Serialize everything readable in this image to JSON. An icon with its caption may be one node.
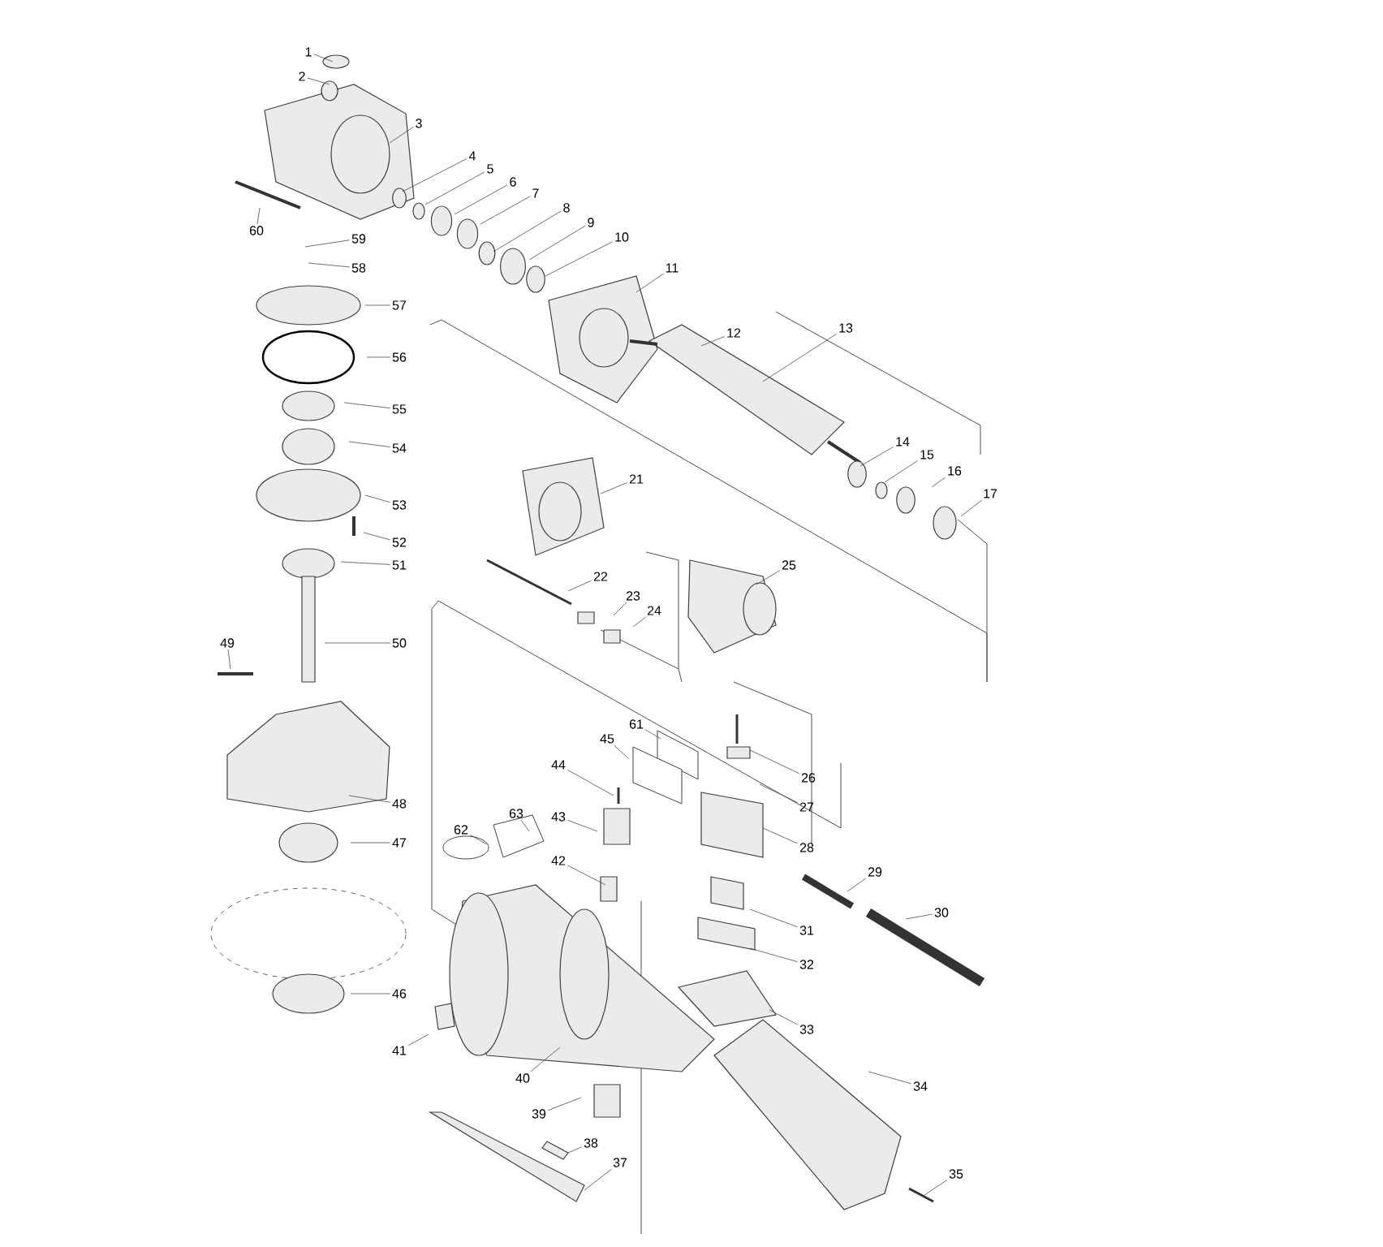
{
  "diagram": {
    "nodes": [
      {
        "text": [
          "1"
        ]
      },
      {
        "text": [
          "2"
        ]
      },
      {
        "text": [
          "3"
        ]
      },
      {
        "text": [
          "4"
        ]
      },
      {
        "text": [
          "5"
        ]
      },
      {
        "text": [
          "6"
        ]
      },
      {
        "text": [
          "7"
        ]
      },
      {
        "text": [
          "8"
        ]
      },
      {
        "text": [
          "9"
        ]
      },
      {
        "text": [
          "10"
        ]
      },
      {
        "text": [
          "11"
        ]
      },
      {
        "text": [
          "12"
        ]
      },
      {
        "text": [
          "13"
        ]
      },
      {
        "text": [
          "14"
        ]
      },
      {
        "text": [
          "15"
        ]
      },
      {
        "text": [
          "16"
        ]
      },
      {
        "text": [
          "17"
        ]
      },
      {
        "text": [
          "21"
        ]
      },
      {
        "text": [
          "22"
        ]
      },
      {
        "text": [
          "23"
        ]
      },
      {
        "text": [
          "24"
        ]
      },
      {
        "text": [
          "25"
        ]
      },
      {
        "text": [
          "26"
        ]
      },
      {
        "text": [
          "27"
        ]
      },
      {
        "text": [
          "28"
        ]
      },
      {
        "text": [
          "29"
        ]
      },
      {
        "text": [
          "30"
        ]
      },
      {
        "text": [
          "31"
        ]
      },
      {
        "text": [
          "32"
        ]
      },
      {
        "text": [
          "33"
        ]
      },
      {
        "text": [
          "34"
        ]
      },
      {
        "text": [
          "35"
        ]
      },
      {
        "text": [
          "37"
        ]
      },
      {
        "text": [
          "38"
        ]
      },
      {
        "text": [
          "39"
        ]
      },
      {
        "text": [
          "40"
        ]
      },
      {
        "text": [
          "41"
        ]
      },
      {
        "text": [
          "42"
        ]
      },
      {
        "text": [
          "43"
        ]
      },
      {
        "text": [
          "44"
        ]
      },
      {
        "text": [
          "45"
        ]
      },
      {
        "text": [
          "46"
        ]
      },
      {
        "text": [
          "47"
        ]
      },
      {
        "text": [
          "48"
        ]
      },
      {
        "text": [
          "49"
        ]
      },
      {
        "text": [
          "50"
        ]
      },
      {
        "text": [
          "51"
        ]
      },
      {
        "text": [
          "52"
        ]
      },
      {
        "text": [
          "53"
        ]
      },
      {
        "text": [
          "54"
        ]
      },
      {
        "text": [
          "55"
        ]
      },
      {
        "text": [
          "56"
        ]
      },
      {
        "text": [
          "57"
        ]
      },
      {
        "text": [
          "58"
        ]
      },
      {
        "text": [
          "59"
        ]
      },
      {
        "text": [
          "60"
        ]
      },
      {
        "text": [
          "61"
        ]
      },
      {
        "text": [
          "62"
        ]
      },
      {
        "text": [
          "63"
        ]
      }
    ],
    "edges": [
      {
        "from": 0,
        "to": null,
        "arrow": "none"
      },
      {
        "from": 1,
        "to": null,
        "arrow": "none"
      },
      {
        "from": 2,
        "to": null,
        "arrow": "none"
      },
      {
        "from": 3,
        "to": null,
        "arrow": "none"
      },
      {
        "from": 4,
        "to": null,
        "arrow": "none"
      },
      {
        "from": 5,
        "to": null,
        "arrow": "none"
      },
      {
        "from": 6,
        "to": null,
        "arrow": "none"
      },
      {
        "from": 7,
        "to": null,
        "arrow": "none"
      },
      {
        "from": 8,
        "to": null,
        "arrow": "none"
      },
      {
        "from": 9,
        "to": null,
        "arrow": "none"
      },
      {
        "from": 10,
        "to": null,
        "arrow": "none"
      },
      {
        "from": 11,
        "to": null,
        "arrow": "none"
      },
      {
        "from": 12,
        "to": null,
        "arrow": "none"
      },
      {
        "from": 13,
        "to": null,
        "arrow": "none"
      },
      {
        "from": 14,
        "to": null,
        "arrow": "none"
      },
      {
        "from": 15,
        "to": null,
        "arrow": "none"
      },
      {
        "from": 16,
        "to": null,
        "arrow": "none"
      },
      {
        "from": 17,
        "to": null,
        "arrow": "none"
      },
      {
        "from": 18,
        "to": null,
        "arrow": "none"
      },
      {
        "from": 19,
        "to": null,
        "arrow": "none"
      },
      {
        "from": 20,
        "to": null,
        "arrow": "none"
      },
      {
        "from": 21,
        "to": null,
        "arrow": "none"
      },
      {
        "from": 22,
        "to": null,
        "arrow": "none"
      },
      {
        "from": 23,
        "to": null,
        "arrow": "none"
      },
      {
        "from": 24,
        "to": null,
        "arrow": "none"
      },
      {
        "from": 25,
        "to": null,
        "arrow": "none"
      },
      {
        "from": 26,
        "to": null,
        "arrow": "none"
      },
      {
        "from": 27,
        "to": null,
        "arrow": "none"
      },
      {
        "from": 28,
        "to": null,
        "arrow": "none"
      },
      {
        "from": 29,
        "to": null,
        "arrow": "none"
      },
      {
        "from": 30,
        "to": null,
        "arrow": "none"
      },
      {
        "from": 31,
        "to": null,
        "arrow": "none"
      },
      {
        "from": 32,
        "to": null,
        "arrow": "none"
      },
      {
        "from": 33,
        "to": null,
        "arrow": "none"
      },
      {
        "from": 34,
        "to": null,
        "arrow": "none"
      },
      {
        "from": 35,
        "to": null,
        "arrow": "none"
      },
      {
        "from": 36,
        "to": null,
        "arrow": "none"
      },
      {
        "from": 37,
        "to": null,
        "arrow": "none"
      },
      {
        "from": 38,
        "to": null,
        "arrow": "none"
      },
      {
        "from": 39,
        "to": null,
        "arrow": "none"
      },
      {
        "from": 40,
        "to": null,
        "arrow": "none"
      },
      {
        "from": 41,
        "to": null,
        "arrow": "none"
      },
      {
        "from": 42,
        "to": null,
        "arrow": "none"
      },
      {
        "from": 43,
        "to": null,
        "arrow": "none"
      },
      {
        "from": 44,
        "to": null,
        "arrow": "none"
      },
      {
        "from": 45,
        "to": null,
        "arrow": "none"
      },
      {
        "from": 46,
        "to": null,
        "arrow": "none"
      },
      {
        "from": 47,
        "to": null,
        "arrow": "none"
      },
      {
        "from": 48,
        "to": null,
        "arrow": "none"
      },
      {
        "from": 49,
        "to": null,
        "arrow": "none"
      },
      {
        "from": 50,
        "to": null,
        "arrow": "none"
      },
      {
        "from": 51,
        "to": null,
        "arrow": "none"
      },
      {
        "from": 52,
        "to": null,
        "arrow": "none"
      },
      {
        "from": 53,
        "to": null,
        "arrow": "none"
      },
      {
        "from": 54,
        "to": null,
        "arrow": "none"
      },
      {
        "from": 55,
        "to": null,
        "arrow": "none"
      },
      {
        "from": 56,
        "to": null,
        "arrow": "none"
      },
      {
        "from": 57,
        "to": null,
        "arrow": "none"
      },
      {
        "from": 58,
        "to": null,
        "arrow": "none"
      }
    ]
  }
}
